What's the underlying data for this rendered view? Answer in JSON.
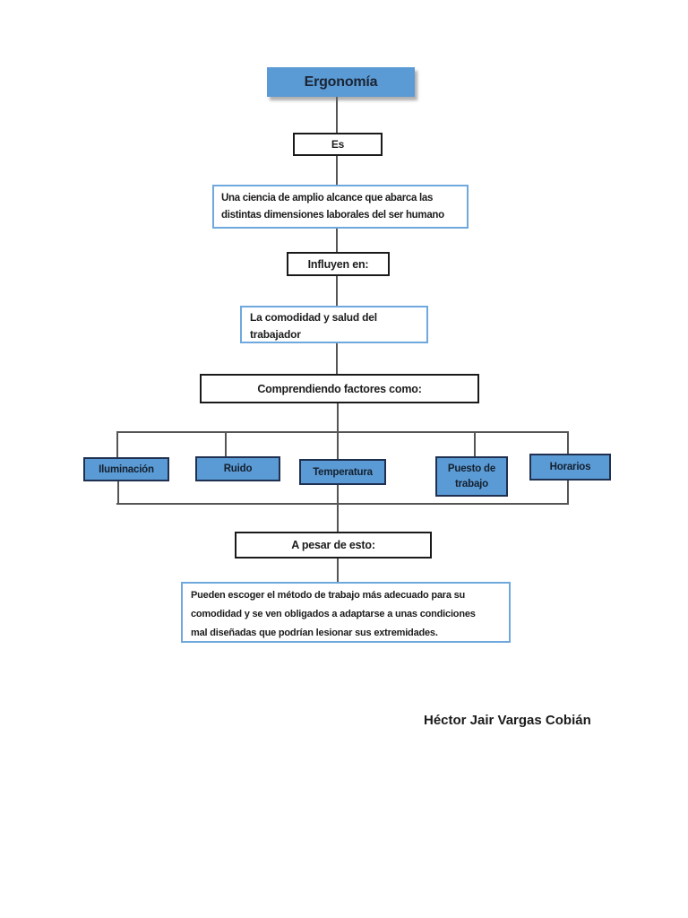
{
  "colors": {
    "node_fill_blue": "#5b9bd5",
    "node_border_light_blue": "#6fa8dc",
    "node_border_dark": "#1a1a1a",
    "factor_border_navy": "#1f3050",
    "connector_gray": "#555555",
    "text_dark": "#1c1c1c",
    "page_background": "#ffffff"
  },
  "nodes": {
    "ergonomia": {
      "label": "Ergonomía"
    },
    "es": {
      "label": "Es"
    },
    "ciencia": {
      "label": "Una ciencia de amplio alcance que abarca las\ndistintas dimensiones laborales del ser humano"
    },
    "influyen": {
      "label": "Influyen en:"
    },
    "comodidad": {
      "label": "La comodidad y salud del\ntrabajador"
    },
    "comprendiendo": {
      "label": "Comprendiendo factores como:"
    },
    "iluminacion": {
      "label": "Iluminación"
    },
    "ruido": {
      "label": "Ruido"
    },
    "temperatura": {
      "label": "Temperatura"
    },
    "puesto": {
      "label": "Puesto de\ntrabajo"
    },
    "horarios": {
      "label": "Horarios"
    },
    "apesar": {
      "label": "A pesar de esto:"
    },
    "pueden": {
      "label": "Pueden escoger el método de trabajo más adecuado para su\ncomodidad y se ven obligados a adaptarse a unas condiciones\nmal diseñadas que podrían lesionar sus extremidades."
    }
  },
  "author": "Héctor Jair Vargas Cobián"
}
